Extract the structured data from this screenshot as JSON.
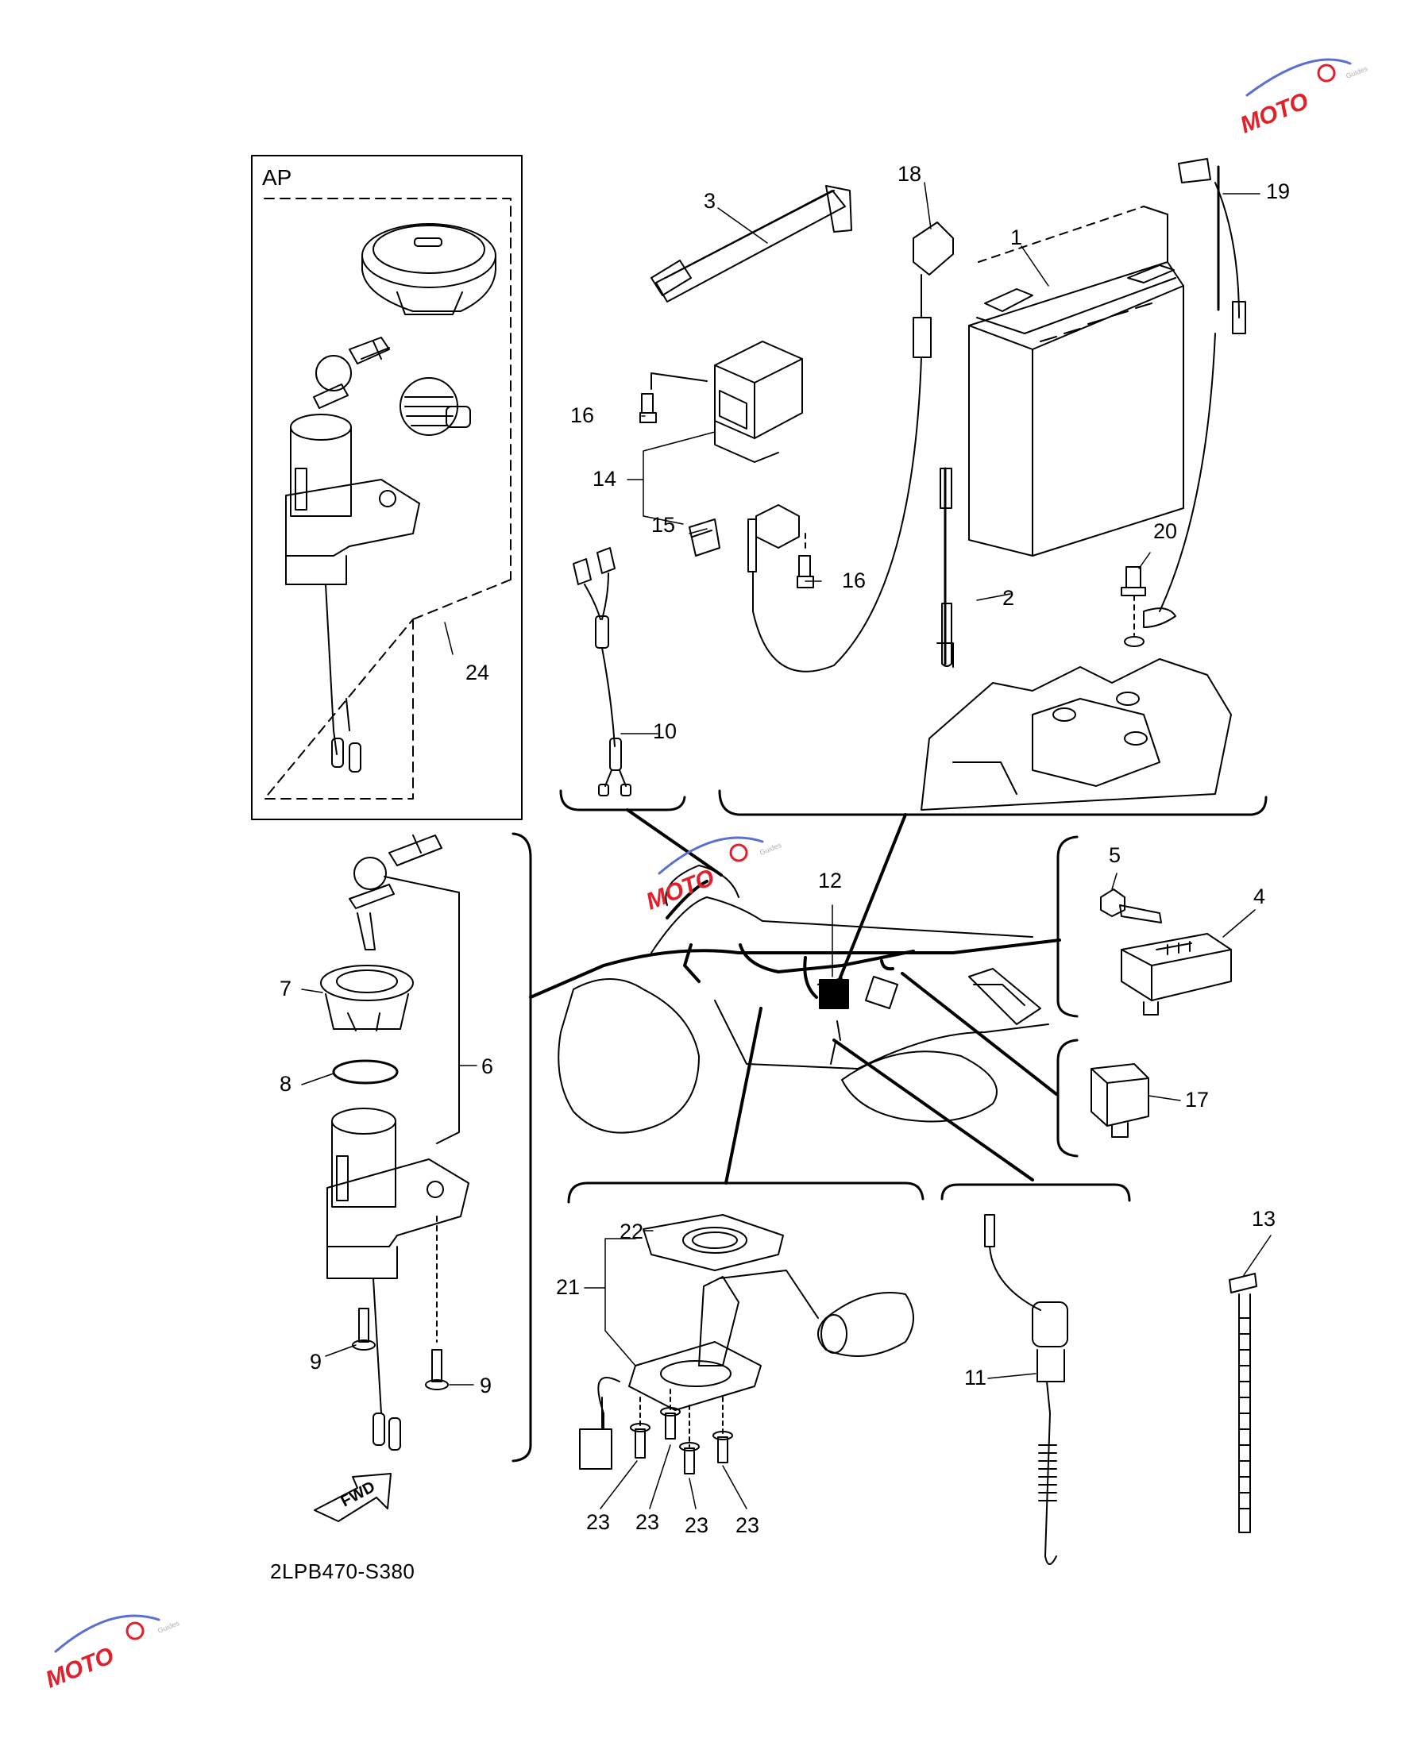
{
  "inset_title": "AP",
  "callouts": {
    "n1": "1",
    "n2": "2",
    "n3": "3",
    "n4": "4",
    "n5": "5",
    "n6": "6",
    "n7": "7",
    "n8": "8",
    "n9a": "9",
    "n9b": "9",
    "n10": "10",
    "n11": "11",
    "n12": "12",
    "n13": "13",
    "n14": "14",
    "n15": "15",
    "n16a": "16",
    "n16b": "16",
    "n17": "17",
    "n18": "18",
    "n19": "19",
    "n20": "20",
    "n21": "21",
    "n22": "22",
    "n23a": "23",
    "n23b": "23",
    "n23c": "23",
    "n23d": "23",
    "n24": "24"
  },
  "direction_arrow": "FWD",
  "diagram_code": "2LPB470-S380",
  "watermark": {
    "text": "MOTO",
    "sub": "Guides"
  },
  "colors": {
    "line": "#000000",
    "watermark_red": "#e0202a",
    "watermark_blue": "#5a6fd0",
    "background": "#ffffff"
  }
}
